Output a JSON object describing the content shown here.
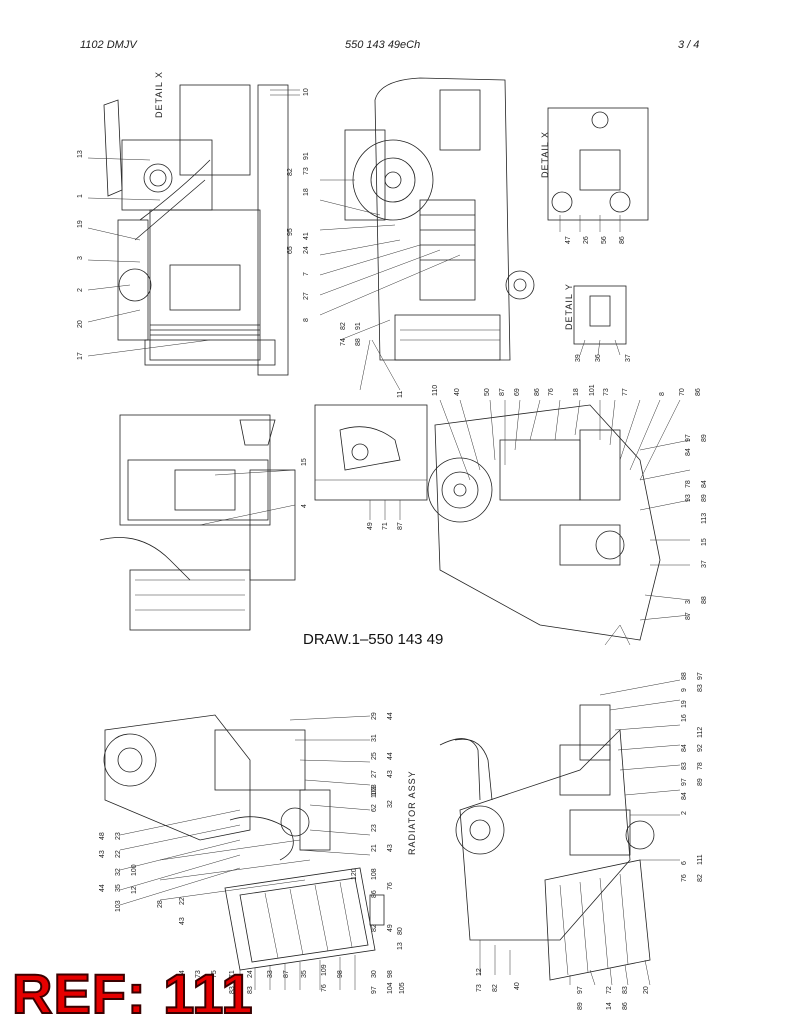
{
  "header": {
    "left": "1102 DMJV",
    "center": "550 143 49eCh",
    "page": "3 /   4"
  },
  "caption": "DRAW.1–550 143 49",
  "ref_stamp": "REF: 111",
  "detail_labels": {
    "detail_x": "DETAIL X",
    "detail_x_small": "DETAIL X",
    "detail_y": "DETAIL Y",
    "radiator": "RADIATOR ASSY"
  },
  "callouts": {
    "v1_left": [
      "13",
      "1",
      "19",
      "3",
      "2",
      "20",
      "17"
    ],
    "v1_right": [
      "10",
      "91",
      "73",
      "82",
      "18",
      "95",
      "65",
      "41",
      "24",
      "7",
      "27",
      "8",
      "82",
      "74",
      "91",
      "88"
    ],
    "dx": [
      "47",
      "26",
      "56",
      "86"
    ],
    "dy": [
      "39",
      "36",
      "37"
    ],
    "mid": [
      "15",
      "4",
      "49",
      "71",
      "87",
      "11"
    ],
    "v4_top": [
      "110",
      "40",
      "50",
      "87",
      "69",
      "86",
      "76",
      "18",
      "101",
      "73",
      "77",
      "8",
      "70",
      "86"
    ],
    "v4_right": [
      "97",
      "89",
      "84",
      "78",
      "93",
      "84",
      "89",
      "113",
      "15",
      "37",
      "3",
      "88",
      "87"
    ],
    "v5_right": [
      "29",
      "44",
      "31",
      "25",
      "44",
      "27",
      "103",
      "43",
      "62",
      "103",
      "32",
      "23",
      "21",
      "43"
    ],
    "v5_left": [
      "48",
      "23",
      "43",
      "22",
      "32",
      "44",
      "35",
      "103",
      "12",
      "100",
      "28",
      "43",
      "22"
    ],
    "rad_right": [
      "120",
      "108",
      "76",
      "86",
      "49",
      "82",
      "13",
      "80"
    ],
    "rad_bottom": [
      "88",
      "34",
      "73",
      "75",
      "83",
      "71",
      "24",
      "83",
      "33",
      "87",
      "35",
      "76",
      "109",
      "98",
      "97",
      "30",
      "104",
      "98",
      "105"
    ],
    "v6_right": [
      "88",
      "97",
      "9",
      "83",
      "19",
      "16",
      "112",
      "84",
      "92",
      "83",
      "78",
      "97",
      "89",
      "84",
      "2",
      "6",
      "76",
      "111",
      "82"
    ],
    "v6_bottom": [
      "73",
      "12",
      "82",
      "40",
      "97",
      "89",
      "72",
      "14",
      "83",
      "86",
      "20"
    ]
  }
}
